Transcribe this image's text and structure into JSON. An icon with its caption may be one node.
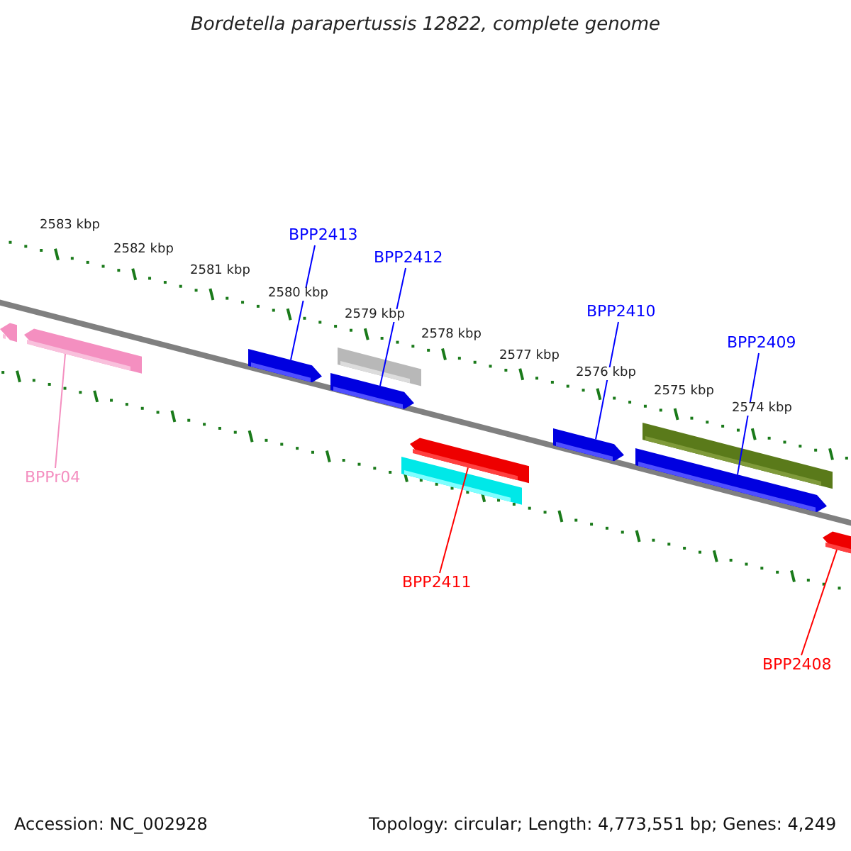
{
  "diagram": {
    "title": "Bordetella parapertussis 12822, complete genome",
    "nodes": [
      {
        "text": [
          "BPP2413"
        ]
      },
      {
        "text": [
          "BPP2412"
        ]
      },
      {
        "text": [
          "BPP2410"
        ]
      },
      {
        "text": [
          "BPP2409"
        ]
      },
      {
        "text": [
          "BPPr04"
        ]
      },
      {
        "text": [
          "BPP2411"
        ]
      },
      {
        "text": [
          "BPP2408"
        ]
      },
      {
        "text": [],
        "shape": "arrow"
      },
      {
        "text": [],
        "shape": "arrow"
      },
      {
        "text": [],
        "shape": "arrow"
      },
      {
        "text": [],
        "shape": "bar"
      },
      {
        "text": [],
        "shape": "arrow"
      },
      {
        "text": [],
        "shape": "bar"
      },
      {
        "text": [],
        "shape": "arrow"
      },
      {
        "text": [],
        "shape": "arrow"
      },
      {
        "text": [],
        "shape": "arrow"
      },
      {
        "text": [],
        "shape": "bar"
      },
      {
        "text": [],
        "shape": "arrow"
      }
    ],
    "edges": [
      {
        "from": 0,
        "to": 9,
        "arrow": "none"
      },
      {
        "from": 1,
        "to": 11,
        "arrow": "none"
      },
      {
        "from": 2,
        "to": 14,
        "arrow": "none"
      },
      {
        "from": 3,
        "to": 15,
        "arrow": "none"
      },
      {
        "from": 4,
        "to": 8,
        "arrow": "none",
        "color": "#f48fc0"
      },
      {
        "from": 5,
        "to": 13,
        "arrow": "none",
        "color": "#ff0000"
      },
      {
        "from": 6,
        "to": 17,
        "arrow": "none",
        "color": "#ff0000"
      }
    ],
    "labels": [
      "2583 kbp",
      "2582 kbp",
      "2581 kbp",
      "2580 kbp",
      "2579 kbp",
      "2578 kbp",
      "2577 kbp",
      "2576 kbp",
      "2575 kbp",
      "2574 kbp",
      "Accession: NC_002928",
      "Topology: circular; Length: 4,773,551 bp; Genes: 4,249"
    ]
  }
}
